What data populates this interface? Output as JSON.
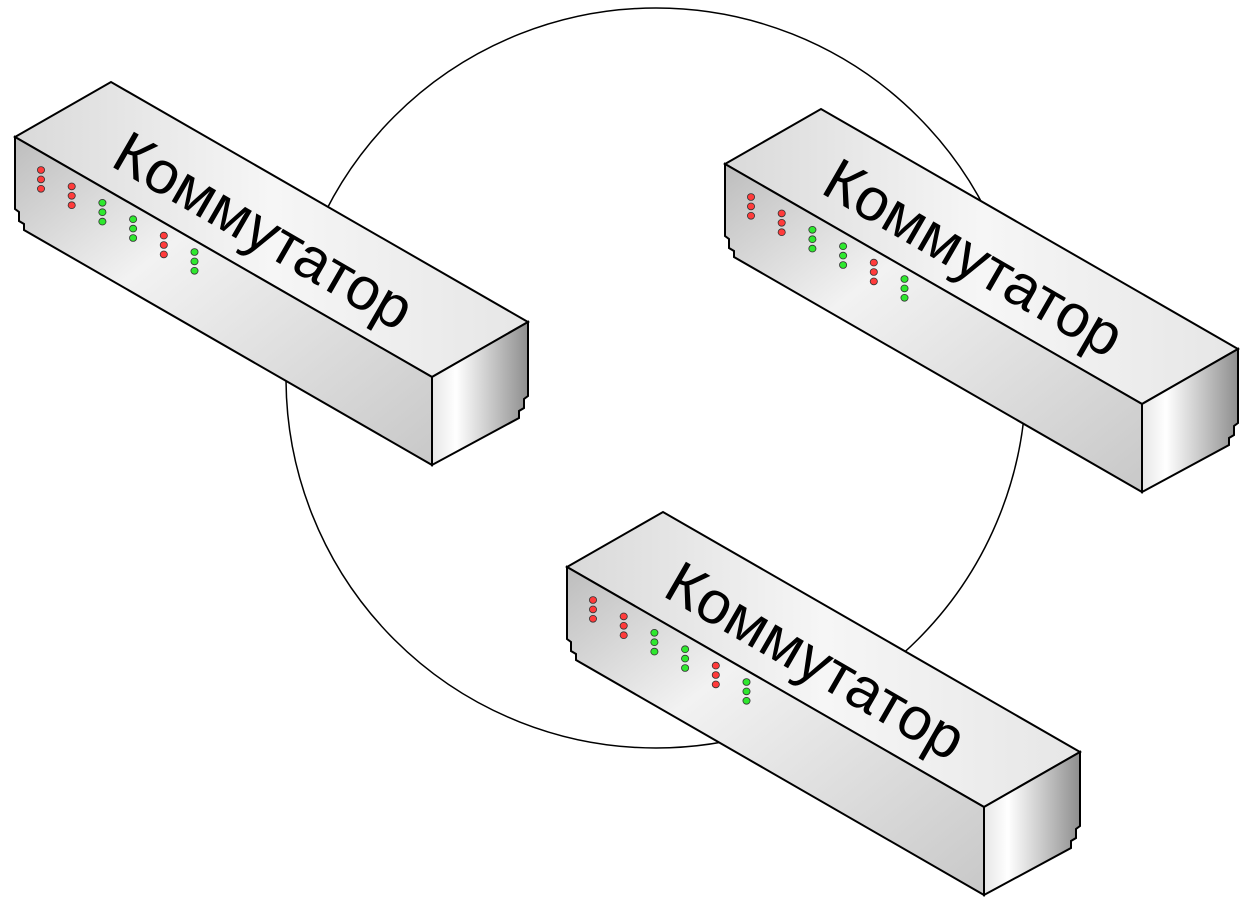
{
  "diagram": {
    "topology": "ring",
    "switches": [
      {
        "id": "switch-1",
        "label": "Коммутатор"
      },
      {
        "id": "switch-2",
        "label": "Коммутатор"
      },
      {
        "id": "switch-3",
        "label": "Коммутатор"
      }
    ],
    "led_pattern": [
      "red",
      "red",
      "green",
      "green",
      "red",
      "green"
    ],
    "colors": {
      "led_red": "#ff3b3b",
      "led_green": "#2ee82e",
      "outline": "#000000",
      "ring_line": "#000000"
    }
  }
}
